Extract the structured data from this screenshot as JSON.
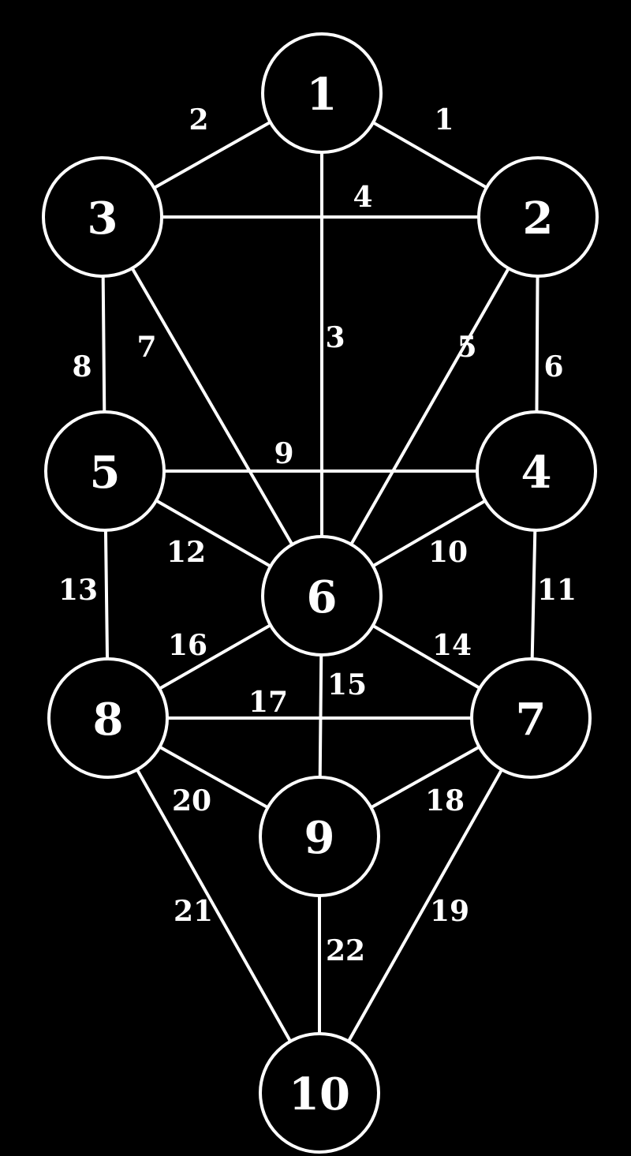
{
  "colors": {
    "background": "#000000",
    "foreground": "#ffffff"
  },
  "nodes": [
    {
      "id": "1",
      "label": "1"
    },
    {
      "id": "2",
      "label": "2"
    },
    {
      "id": "3",
      "label": "3"
    },
    {
      "id": "4",
      "label": "4"
    },
    {
      "id": "5",
      "label": "5"
    },
    {
      "id": "6",
      "label": "6"
    },
    {
      "id": "7",
      "label": "7"
    },
    {
      "id": "8",
      "label": "8"
    },
    {
      "id": "9",
      "label": "9"
    },
    {
      "id": "10",
      "label": "10"
    }
  ],
  "paths": [
    {
      "label": "1",
      "from": "1",
      "to": "2"
    },
    {
      "label": "2",
      "from": "1",
      "to": "3"
    },
    {
      "label": "3",
      "from": "1",
      "to": "6"
    },
    {
      "label": "4",
      "from": "3",
      "to": "2"
    },
    {
      "label": "5",
      "from": "2",
      "to": "6"
    },
    {
      "label": "6",
      "from": "2",
      "to": "4"
    },
    {
      "label": "7",
      "from": "3",
      "to": "6"
    },
    {
      "label": "8",
      "from": "3",
      "to": "5"
    },
    {
      "label": "9",
      "from": "5",
      "to": "4"
    },
    {
      "label": "10",
      "from": "4",
      "to": "6"
    },
    {
      "label": "11",
      "from": "4",
      "to": "7"
    },
    {
      "label": "12",
      "from": "5",
      "to": "6"
    },
    {
      "label": "13",
      "from": "5",
      "to": "8"
    },
    {
      "label": "14",
      "from": "6",
      "to": "7"
    },
    {
      "label": "15",
      "from": "6",
      "to": "9"
    },
    {
      "label": "16",
      "from": "6",
      "to": "8"
    },
    {
      "label": "17",
      "from": "8",
      "to": "7"
    },
    {
      "label": "18",
      "from": "7",
      "to": "9"
    },
    {
      "label": "19",
      "from": "7",
      "to": "10"
    },
    {
      "label": "20",
      "from": "8",
      "to": "9"
    },
    {
      "label": "21",
      "from": "8",
      "to": "10"
    },
    {
      "label": "22",
      "from": "9",
      "to": "10"
    }
  ]
}
